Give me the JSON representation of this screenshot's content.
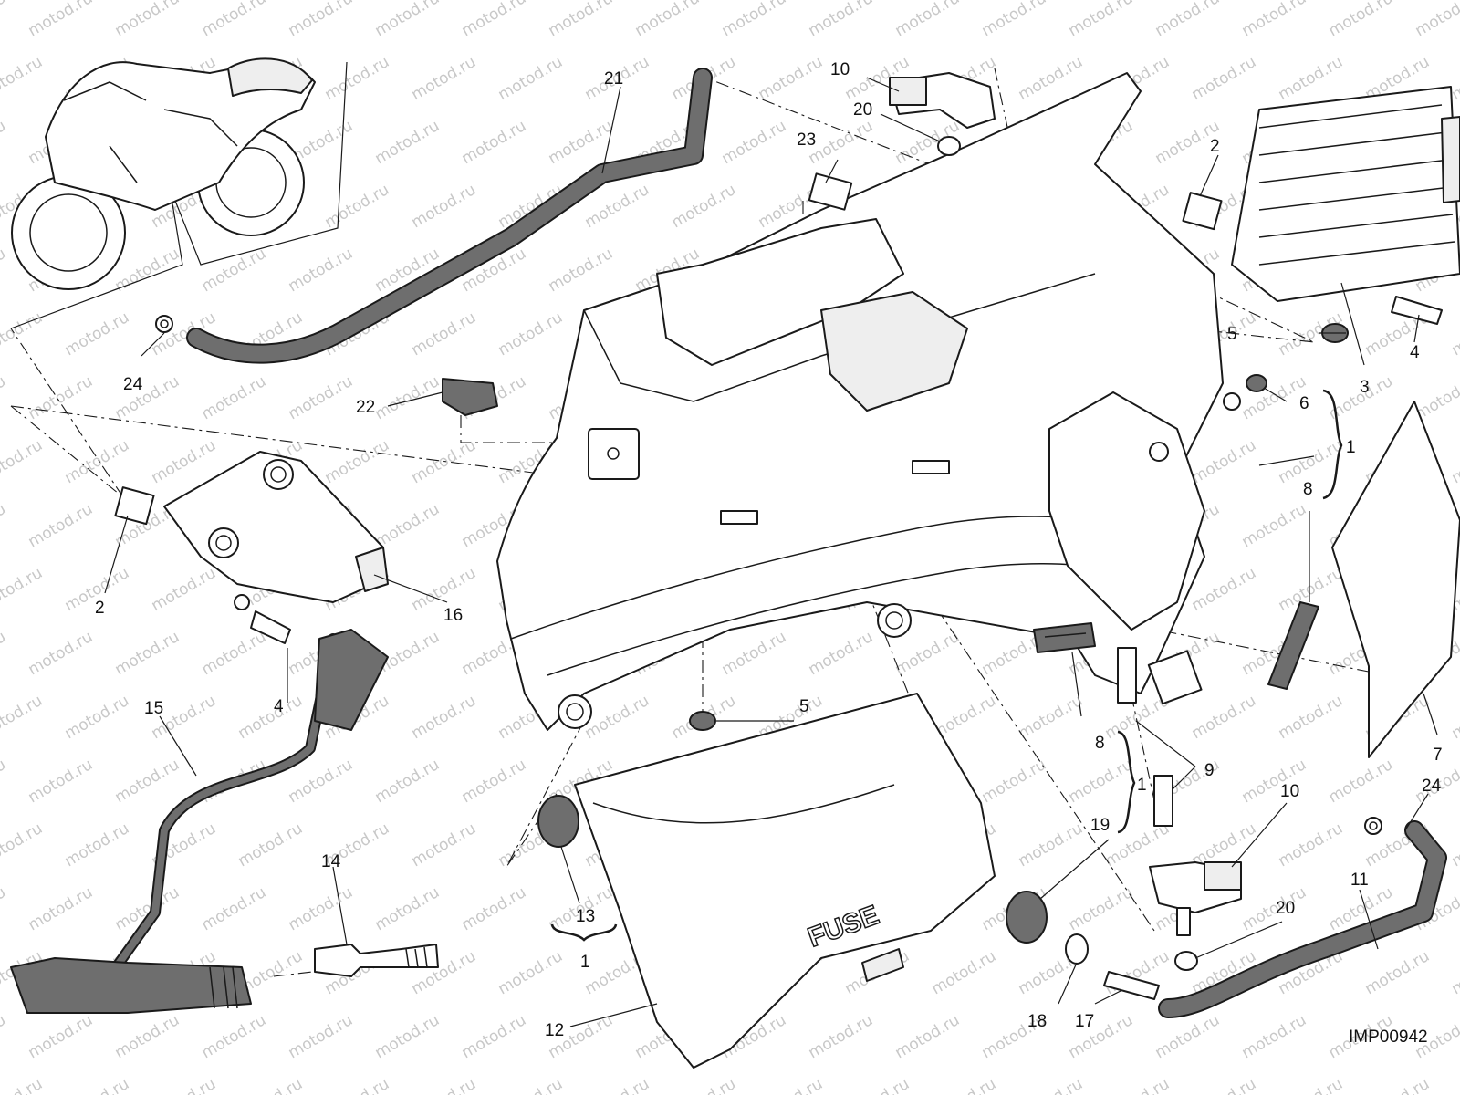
{
  "watermark": "motod.ru",
  "drawing_code": "IMP00942",
  "fuse_label": "FUSE",
  "callouts": {
    "c1a": "1",
    "c1b": "1",
    "c1c": "1",
    "c2a": "2",
    "c2b": "2",
    "c3": "3",
    "c4a": "4",
    "c4b": "4",
    "c5a": "5",
    "c5b": "5",
    "c6": "6",
    "c7": "7",
    "c8a": "8",
    "c8b": "8",
    "c9": "9",
    "c10a": "10",
    "c10b": "10",
    "c11": "11",
    "c12": "12",
    "c13": "13",
    "c14": "14",
    "c15": "15",
    "c16": "16",
    "c17": "17",
    "c18": "18",
    "c19": "19",
    "c20a": "20",
    "c20b": "20",
    "c21": "21",
    "c22": "22",
    "c23": "23",
    "c24a": "24",
    "c24b": "24"
  }
}
